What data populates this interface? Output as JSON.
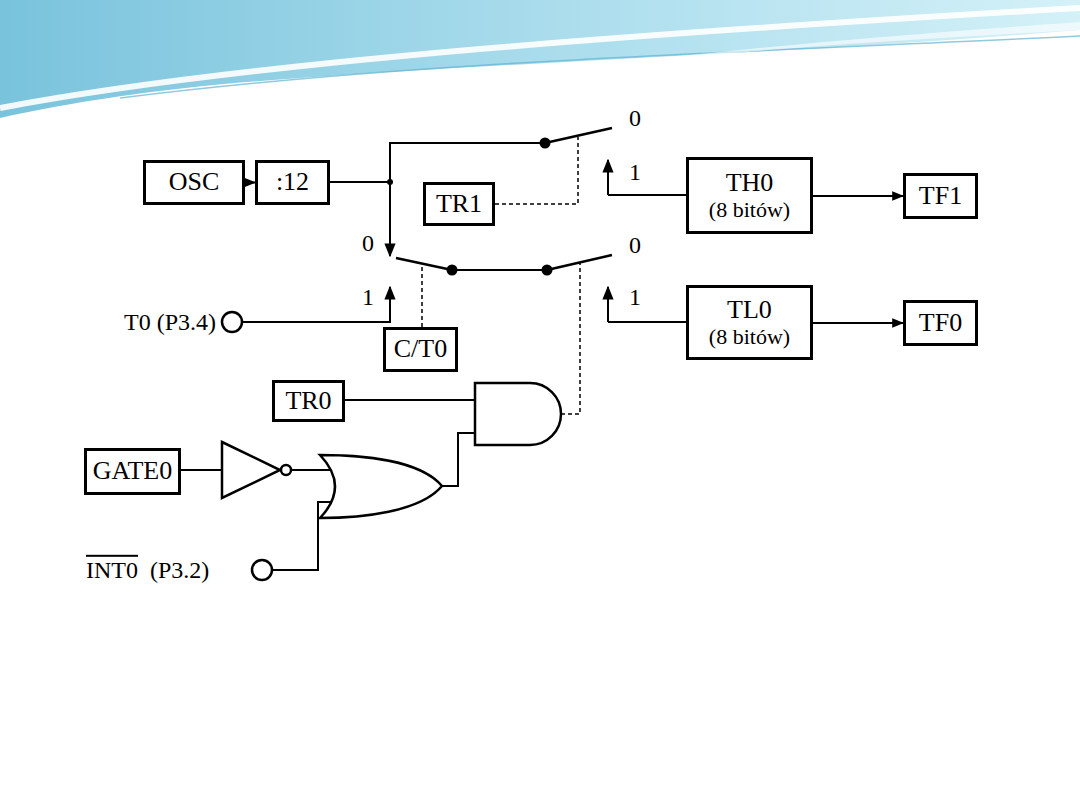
{
  "diagram": {
    "nodes": [
      {
        "text": [
          "OSC"
        ]
      },
      {
        "text": [
          ":12"
        ]
      },
      {
        "text": [
          "TR1"
        ]
      },
      {
        "text": [
          "TH0",
          "(8 bitów)"
        ]
      },
      {
        "text": [
          "TF1"
        ]
      },
      {
        "text": [
          "TL0",
          "(8 bitów)"
        ]
      },
      {
        "text": [
          "TF0"
        ]
      },
      {
        "text": [
          "C/T0"
        ]
      },
      {
        "text": [
          "TR0"
        ]
      },
      {
        "text": [
          "GATE0"
        ]
      }
    ],
    "edges": [
      {
        "from": 0,
        "to": 1,
        "arrow": "to"
      },
      {
        "from": 3,
        "to": 4,
        "arrow": "to"
      },
      {
        "from": 5,
        "to": 6,
        "arrow": "to"
      }
    ],
    "labels": [
      "0",
      "1",
      "0",
      "0",
      "1",
      "1",
      "T0 (P3.4)",
      "INT0",
      "(P3.2)"
    ]
  }
}
